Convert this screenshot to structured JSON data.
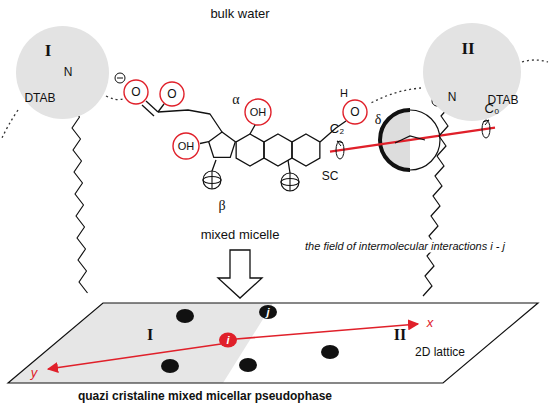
{
  "diagram": {
    "nodes": [
      {
        "text": [
          "I",
          "DTAB"
        ]
      },
      {
        "text": [
          "II",
          "DTAB"
        ]
      },
      {
        "text": [
          "I",
          "II",
          "2D lattice"
        ]
      }
    ],
    "labels": [
      "bulk water",
      "O",
      "O",
      "α",
      "OH",
      "OH",
      "H",
      "O",
      "δ",
      "N",
      "N",
      "SC",
      "β",
      "mixed micelle",
      "C₂",
      "C₀",
      "the field of intermolecular interactions i - j",
      "i",
      "j",
      "x",
      "y",
      "quazi cristaline mixed micellar pseudophase"
    ]
  }
}
